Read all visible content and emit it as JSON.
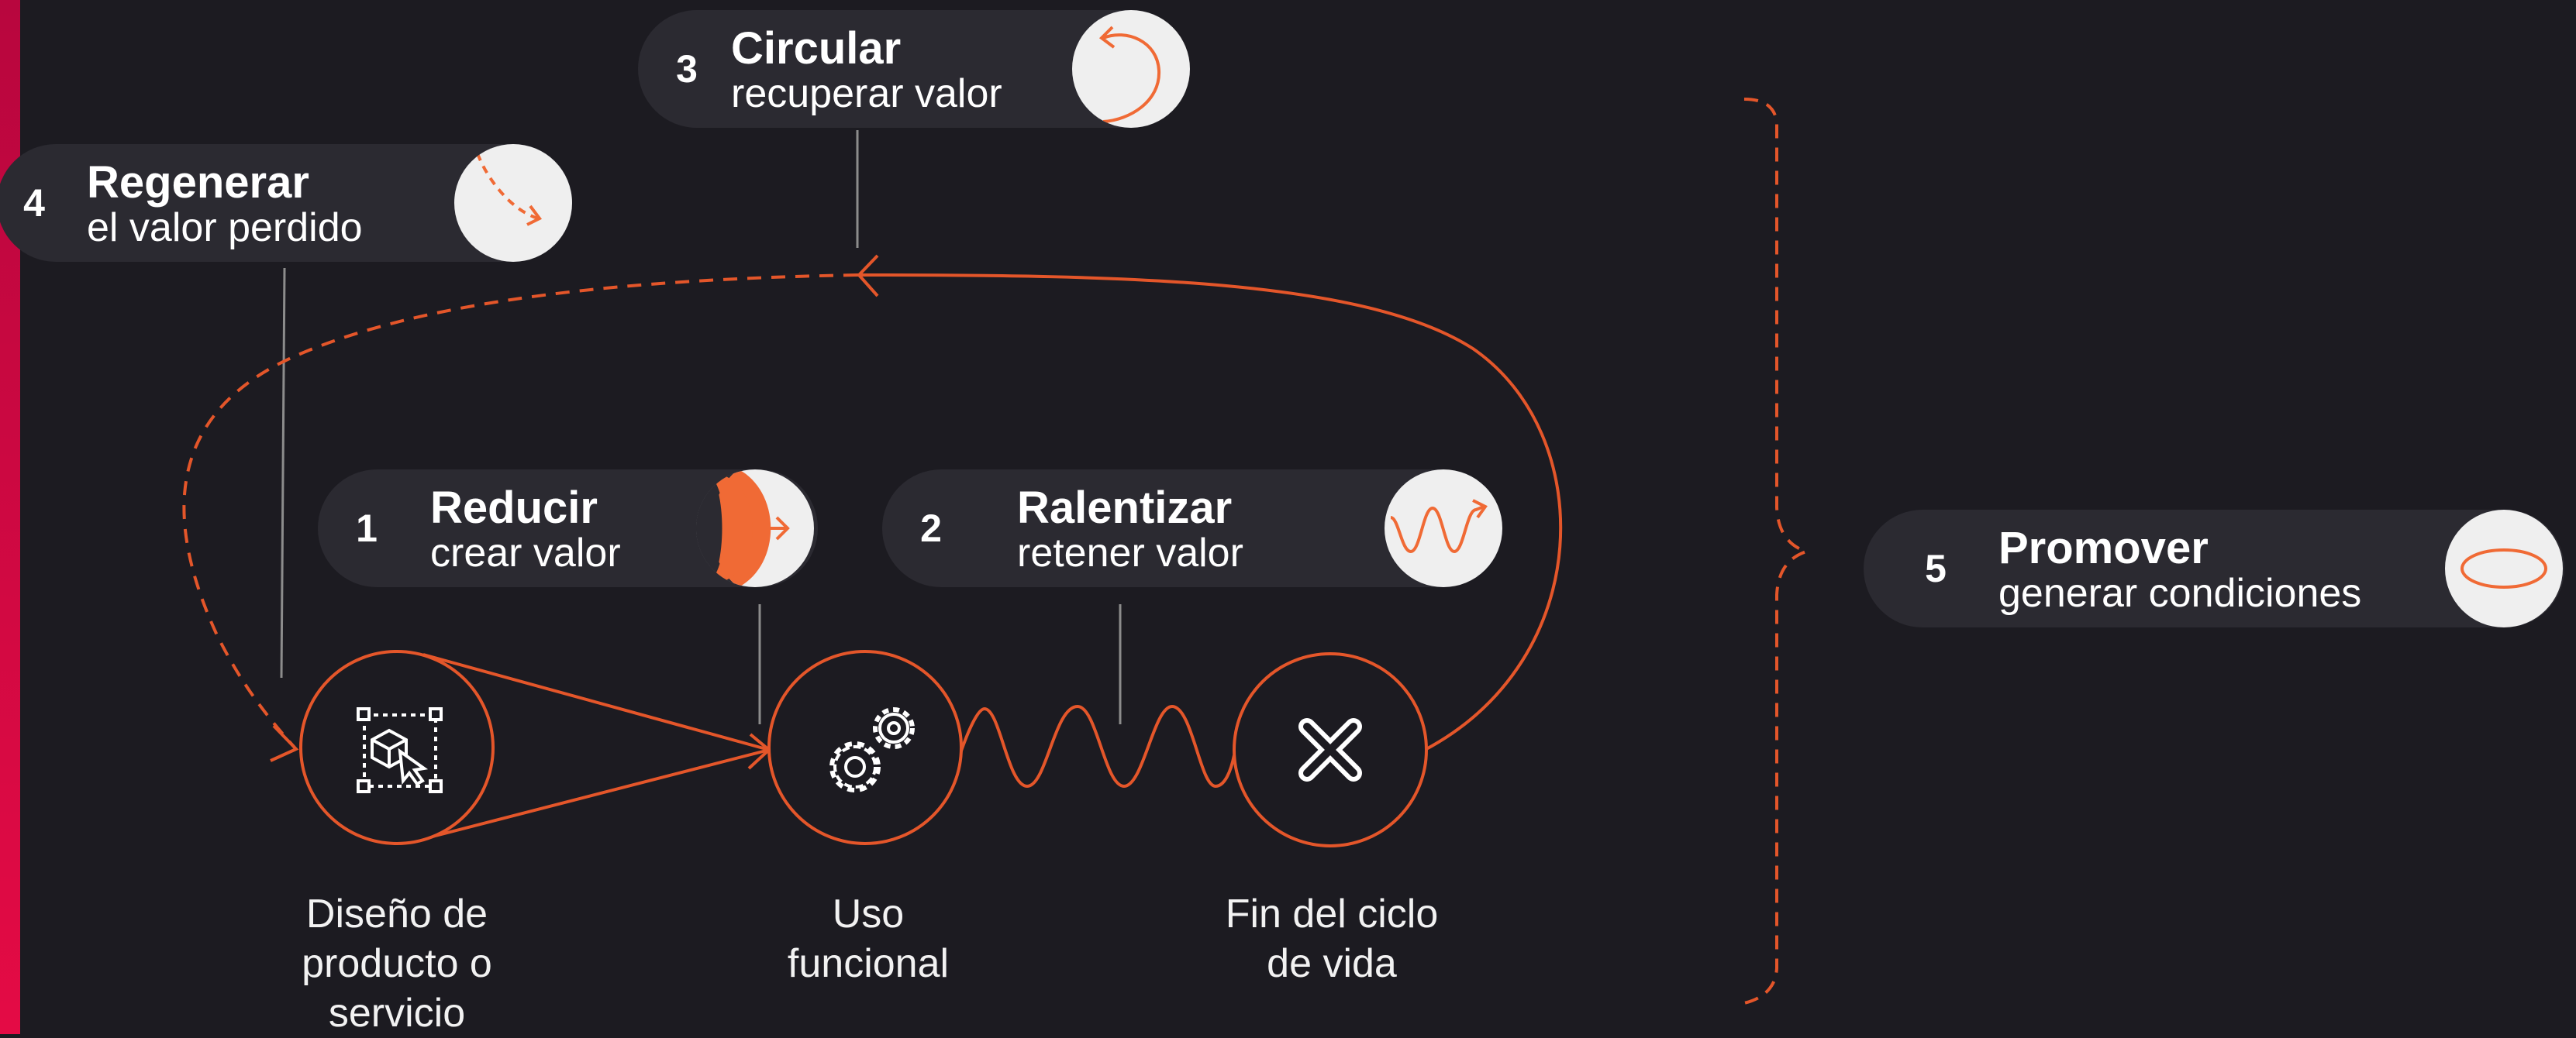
{
  "accent_color": "#f06a35",
  "line_color": "#e4562a",
  "stages": [
    {
      "label_lines": [
        "Diseño de",
        "producto o",
        "servicio"
      ],
      "icon": "design-product-icon"
    },
    {
      "label_lines": [
        "Uso",
        "funcional"
      ],
      "icon": "gears-icon"
    },
    {
      "label_lines": [
        "Fin del ciclo",
        "de vida"
      ],
      "icon": "close-x-icon"
    }
  ],
  "strategies": [
    {
      "number": "1",
      "title": "Reducir",
      "subtitle": "crear valor",
      "icon": "half-disc-arrow-icon"
    },
    {
      "number": "2",
      "title": "Ralentizar",
      "subtitle": "retener valor",
      "icon": "wave-arrow-icon"
    },
    {
      "number": "3",
      "title": "Circular",
      "subtitle": "recuperar valor",
      "icon": "loop-arrow-icon"
    },
    {
      "number": "4",
      "title": "Regenerar",
      "subtitle": "el valor perdido",
      "icon": "dashed-arc-arrow-icon"
    },
    {
      "number": "5",
      "title": "Promover",
      "subtitle": "generar condiciones",
      "icon": "ellipse-icon"
    }
  ]
}
